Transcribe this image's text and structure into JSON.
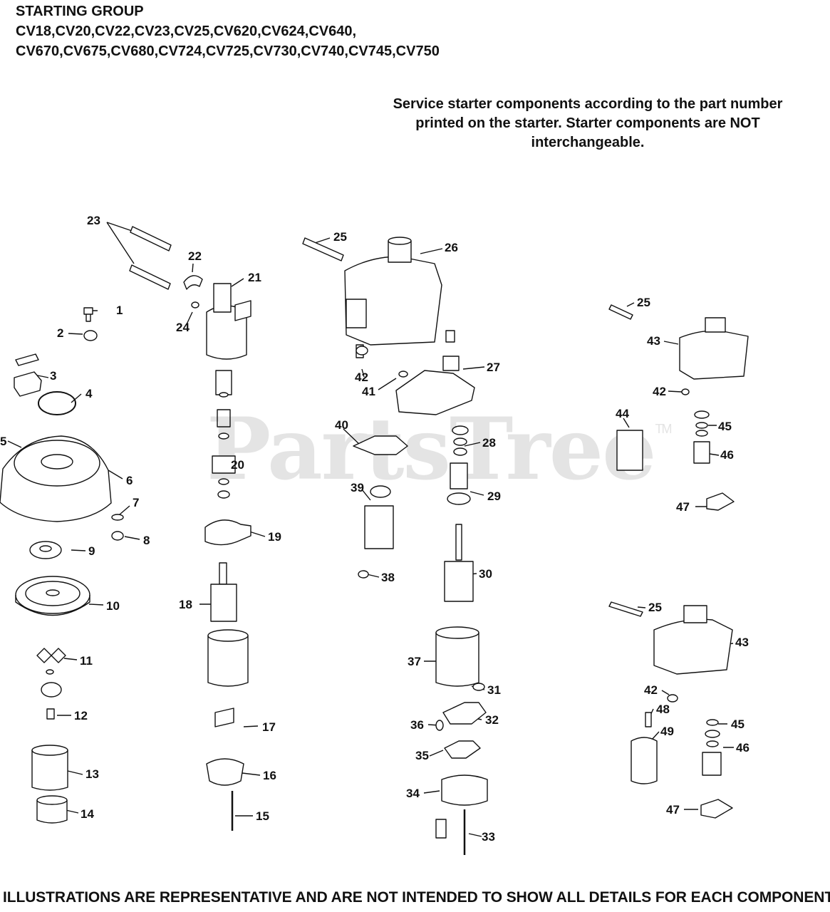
{
  "header": {
    "title": "STARTING GROUP",
    "models_line1": "CV18,CV20,CV22,CV23,CV25,CV620,CV624,CV640,",
    "models_line2": "CV670,CV675,CV680,CV724,CV725,CV730,CV740,CV745,CV750"
  },
  "note": {
    "line1": "Service starter components according to the part number",
    "line2": "printed on the starter. Starter components are NOT",
    "line3": "interchangeable."
  },
  "watermark": {
    "text": "PartsTree",
    "tm": "TM"
  },
  "footer": {
    "text": "ILLUSTRATIONS ARE REPRESENTATIVE AND ARE NOT INTENDED TO SHOW ALL DETAILS FOR EACH COMPONENT"
  },
  "callouts": {
    "c1": "1",
    "c2": "2",
    "c3": "3",
    "c4": "4",
    "c5": "5",
    "c6": "6",
    "c7": "7",
    "c8": "8",
    "c9": "9",
    "c10": "10",
    "c11": "11",
    "c12": "12",
    "c13": "13",
    "c14": "14",
    "c15": "15",
    "c16": "16",
    "c17": "17",
    "c18": "18",
    "c19": "19",
    "c20": "20",
    "c21": "21",
    "c22": "22",
    "c23": "23",
    "c24": "24",
    "c25a": "25",
    "c25b": "25",
    "c25c": "25",
    "c26": "26",
    "c27": "27",
    "c28": "28",
    "c29": "29",
    "c30": "30",
    "c31": "31",
    "c32": "32",
    "c33": "33",
    "c34": "34",
    "c35": "35",
    "c36": "36",
    "c37": "37",
    "c38": "38",
    "c39": "39",
    "c40": "40",
    "c41": "41",
    "c42a": "42",
    "c42b": "42",
    "c42c": "42",
    "c43a": "43",
    "c43b": "43",
    "c44": "44",
    "c45a": "45",
    "c45b": "45",
    "c46a": "46",
    "c46b": "46",
    "c47a": "47",
    "c47b": "47",
    "c48": "48",
    "c49": "49"
  }
}
